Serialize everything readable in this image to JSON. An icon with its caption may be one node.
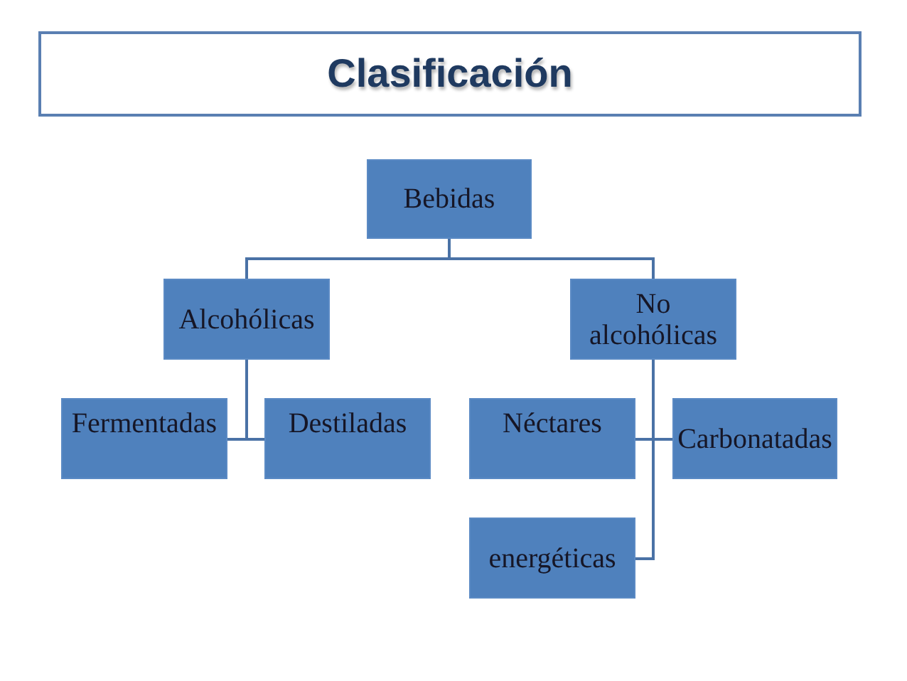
{
  "diagram": {
    "title": "Clasificación",
    "nodes": [
      {
        "text": [
          "Bebidas"
        ]
      },
      {
        "text": [
          "Alcohólicas"
        ]
      },
      {
        "text": [
          "No alcohólicas"
        ]
      },
      {
        "text": [
          "Fermentadas"
        ]
      },
      {
        "text": [
          "Destiladas"
        ]
      },
      {
        "text": [
          "Néctares"
        ]
      },
      {
        "text": [
          "Carbonatadas"
        ]
      },
      {
        "text": [
          "energéticas"
        ]
      }
    ],
    "edges": [
      {
        "from": 0,
        "to": 1,
        "arrow": "none"
      },
      {
        "from": 0,
        "to": 2,
        "arrow": "none"
      },
      {
        "from": 1,
        "to": 3,
        "arrow": "none"
      },
      {
        "from": 1,
        "to": 4,
        "arrow": "none"
      },
      {
        "from": 2,
        "to": 5,
        "arrow": "none"
      },
      {
        "from": 2,
        "to": 6,
        "arrow": "none"
      },
      {
        "from": 2,
        "to": 7,
        "arrow": "none"
      }
    ]
  }
}
